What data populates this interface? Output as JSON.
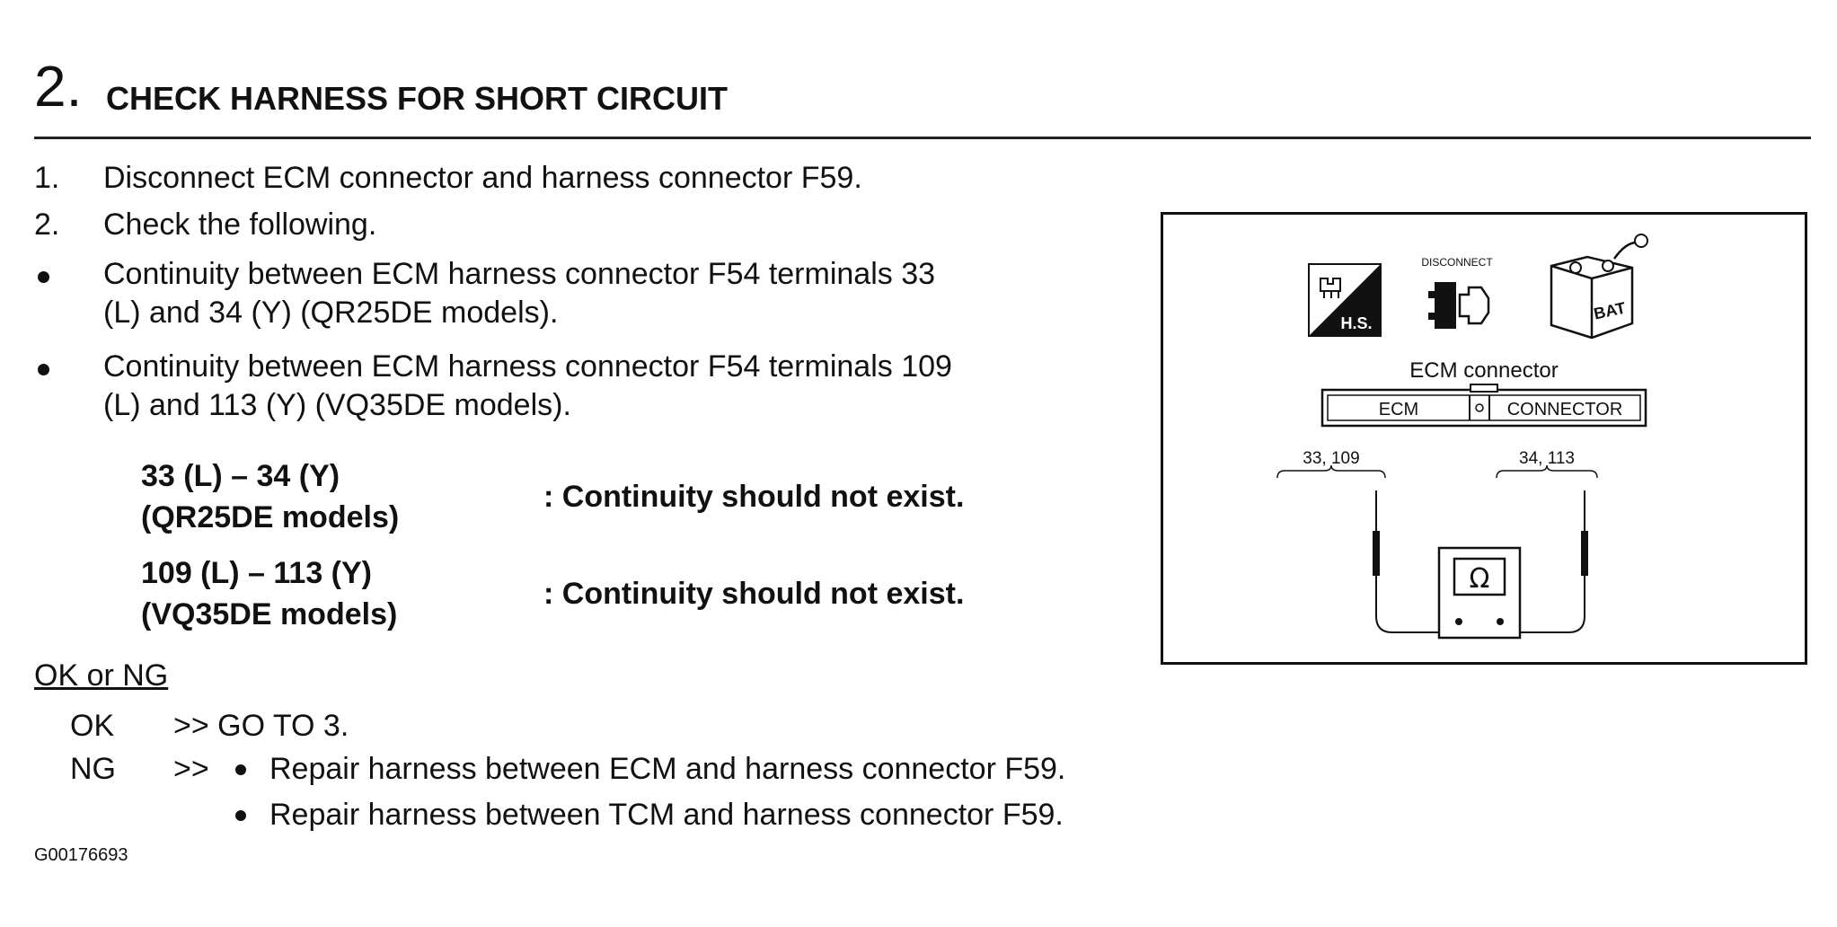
{
  "header": {
    "step_number": "2.",
    "title": "CHECK HARNESS FOR SHORT CIRCUIT"
  },
  "steps": [
    {
      "marker": "1.",
      "text": "Disconnect ECM connector and harness connector F59."
    },
    {
      "marker": "2.",
      "text": "Check the following."
    }
  ],
  "bullets": [
    {
      "line1": "Continuity between ECM harness connector F54 terminals 33",
      "line2": "(L) and 34 (Y) (QR25DE models)."
    },
    {
      "line1": "Continuity between ECM harness connector F54 terminals 109",
      "line2": "(L) and 113 (Y) (VQ35DE models)."
    }
  ],
  "checks": [
    {
      "terminals": "33 (L) – 34 (Y)",
      "models": "(QR25DE models)",
      "result": ": Continuity should not exist."
    },
    {
      "terminals": "109 (L) – 113 (Y)",
      "models": "(VQ35DE models)",
      "result": ": Continuity should not exist."
    }
  ],
  "decision": {
    "heading": "OK or NG",
    "ok": {
      "label": "OK",
      "action": ">> GO TO 3."
    },
    "ng": {
      "label": "NG",
      "arrow": ">>",
      "actions": [
        "Repair harness between ECM and harness connector F59.",
        "Repair harness between TCM and harness connector F59."
      ]
    }
  },
  "diagram": {
    "hs_label": "H.S.",
    "disconnect_label": "DISCONNECT",
    "battery_label": "BAT",
    "caption": "ECM connector",
    "connector_left": "ECM",
    "connector_right": "CONNECTOR",
    "terminals_left": "33, 109",
    "terminals_right": "34, 113",
    "meter_symbol": "Ω"
  },
  "figure_id": "G00176693"
}
